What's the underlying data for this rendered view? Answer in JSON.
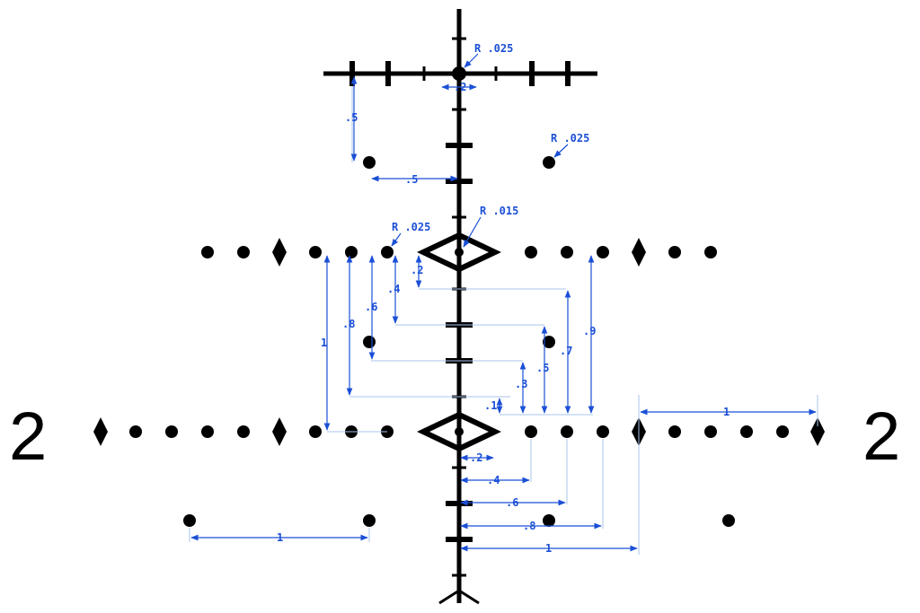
{
  "colors": {
    "reticle": "#000000",
    "dimension": "#1a4fd6",
    "extension": "#aac4ee"
  },
  "radius_labels": {
    "top_center": "R .025",
    "upper_right_dot": "R .025",
    "row1_left_dot": "R .025",
    "row1_diamond_center": "R .015"
  },
  "dimension_labels": {
    "top_gap": ".2",
    "vertical_half_left": ".5",
    "horizontal_half": ".5",
    "drop_02": ".2",
    "drop_04": ".4",
    "drop_06": ".6",
    "drop_08": ".8",
    "drop_1": "1",
    "drop_01": ".1",
    "drop_03": ".3",
    "drop_05": ".5",
    "drop_07": ".7",
    "drop_09": ".9",
    "span_right_1": "1",
    "offset_02": ".2",
    "offset_04": ".4",
    "offset_06": ".6",
    "offset_08": ".8",
    "offset_1": "1",
    "span_bottom_left_1": "1"
  },
  "holdover_labels": {
    "left": "2",
    "right": "2"
  }
}
